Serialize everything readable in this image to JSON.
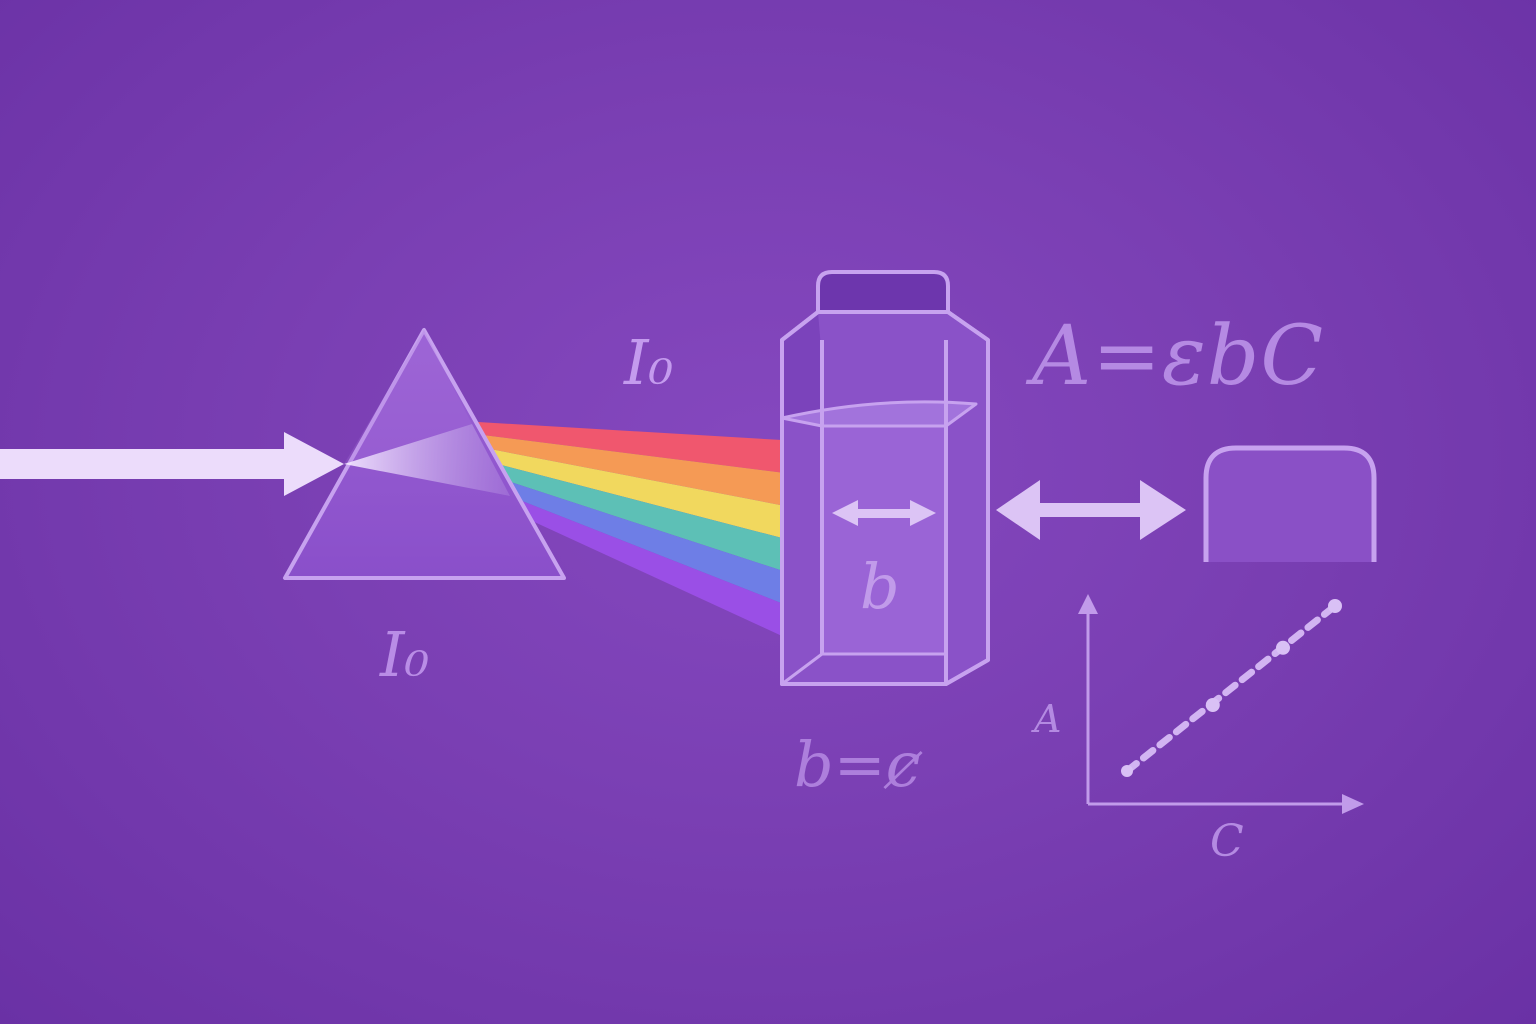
{
  "labels": {
    "incident_intensity_top": "I₀",
    "incident_intensity_bottom": "I₀",
    "beer_lambert_equation": "A=εbC",
    "path_length": "b",
    "path_length_equation": "b=ȼ",
    "graph_y_axis": "A",
    "graph_x_axis": "C"
  },
  "spectrum_colors": [
    "#f0576e",
    "#f59a55",
    "#f1d85e",
    "#5dc0b6",
    "#6e7ee6",
    "#9a4fe6"
  ],
  "colors": {
    "background": "#7a3fb3",
    "line": "#c7a2ef",
    "incident_beam": "#ecdcfb"
  },
  "calibration_plot": {
    "type": "scatter",
    "points": [
      {
        "C": 0.15,
        "A": 0.15
      },
      {
        "C": 0.48,
        "A": 0.45
      },
      {
        "C": 0.75,
        "A": 0.71
      },
      {
        "C": 0.95,
        "A": 0.9
      }
    ],
    "trend_line": "dashed"
  }
}
